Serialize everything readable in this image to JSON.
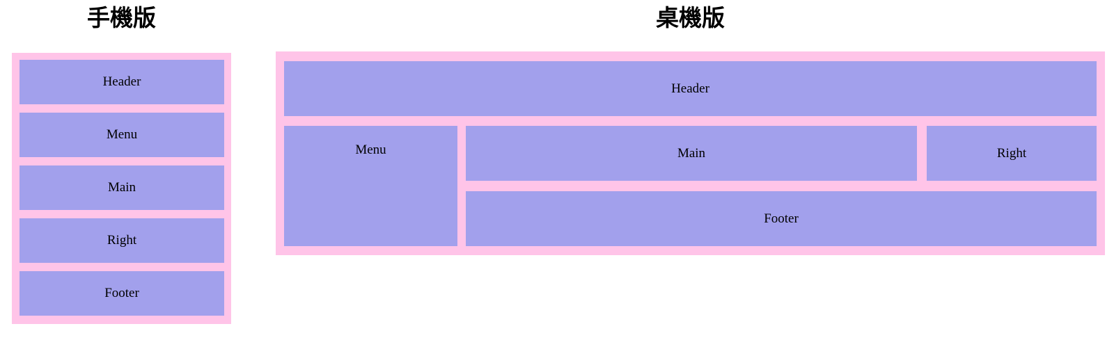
{
  "colors": {
    "container-pink": "#ffc4e8",
    "block-purple": "#a2a0ec",
    "label-text": "#000000"
  },
  "mobile": {
    "title": "手機版",
    "blocks": [
      "Header",
      "Menu",
      "Main",
      "Right",
      "Footer"
    ]
  },
  "desktop": {
    "title": "桌機版",
    "header_label": "Header",
    "menu_label": "Menu",
    "main_label": "Main",
    "right_label": "Right",
    "footer_label": "Footer"
  }
}
